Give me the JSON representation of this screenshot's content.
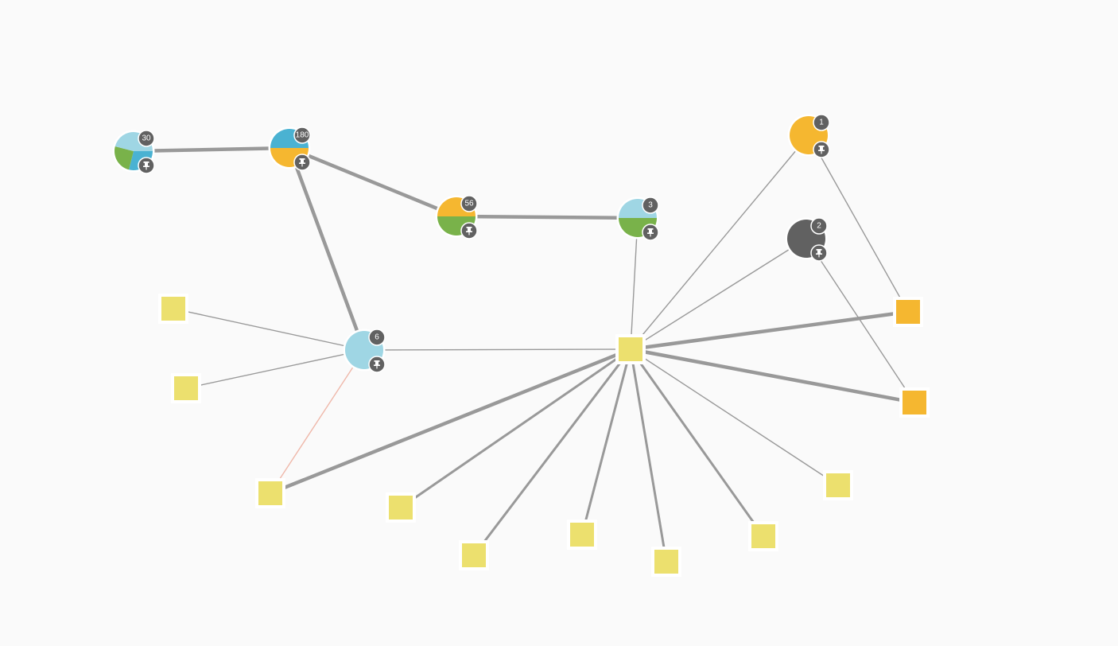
{
  "colors": {
    "background": "#fafafa",
    "edge": "#999999",
    "edge_highlight": "#efb8aa",
    "badge": "#616161",
    "node_outline": "#ffffff",
    "light_blue": "#9fd6e4",
    "blue": "#4ab2d2",
    "green": "#79b24a",
    "orange": "#f5b730",
    "gray": "#616161",
    "yellow_square": "#ece06e",
    "orange_square": "#f5b730"
  },
  "icons": {
    "pin": "pin-icon"
  },
  "circle_nodes": [
    {
      "id": "n30",
      "count": "30",
      "pinned": true,
      "slices": [
        {
          "color": "blue",
          "value": 0.29
        },
        {
          "color": "green",
          "value": 0.25
        },
        {
          "color": "light_blue",
          "value": 0.46
        }
      ]
    },
    {
      "id": "n180",
      "count": "180",
      "pinned": true,
      "slices": [
        {
          "color": "orange",
          "value": 0.5
        },
        {
          "color": "blue",
          "value": 0.5
        }
      ]
    },
    {
      "id": "n56",
      "count": "56",
      "pinned": true,
      "slices": [
        {
          "color": "green",
          "value": 0.5
        },
        {
          "color": "orange",
          "value": 0.5
        }
      ]
    },
    {
      "id": "n3",
      "count": "3",
      "pinned": true,
      "slices": [
        {
          "color": "green",
          "value": 0.5
        },
        {
          "color": "light_blue",
          "value": 0.5
        }
      ]
    },
    {
      "id": "n6",
      "count": "6",
      "pinned": true,
      "slices": [
        {
          "color": "light_blue",
          "value": 1
        }
      ]
    },
    {
      "id": "n1",
      "count": "1",
      "pinned": true,
      "slices": [
        {
          "color": "orange",
          "value": 1
        }
      ]
    },
    {
      "id": "n2",
      "count": "2",
      "pinned": true,
      "slices": [
        {
          "color": "gray",
          "value": 1
        }
      ]
    }
  ],
  "square_nodes": [
    {
      "id": "hub",
      "color": "yellow_square"
    },
    {
      "id": "sqA",
      "color": "yellow_square"
    },
    {
      "id": "sqB",
      "color": "yellow_square"
    },
    {
      "id": "sqC",
      "color": "yellow_square"
    },
    {
      "id": "sqD",
      "color": "yellow_square"
    },
    {
      "id": "sqE",
      "color": "yellow_square"
    },
    {
      "id": "sqF",
      "color": "yellow_square"
    },
    {
      "id": "sqG",
      "color": "yellow_square"
    },
    {
      "id": "sqH",
      "color": "yellow_square"
    },
    {
      "id": "sqI",
      "color": "yellow_square"
    },
    {
      "id": "sqJ",
      "color": "orange_square"
    },
    {
      "id": "sqK",
      "color": "orange_square"
    }
  ],
  "edges": [
    {
      "from": "n30",
      "to": "n180",
      "weight": 3
    },
    {
      "from": "n180",
      "to": "n56",
      "weight": 3
    },
    {
      "from": "n180",
      "to": "n6",
      "weight": 3
    },
    {
      "from": "n56",
      "to": "n3",
      "weight": 3
    },
    {
      "from": "n3",
      "to": "hub",
      "weight": 1
    },
    {
      "from": "n6",
      "to": "hub",
      "weight": 1
    },
    {
      "from": "n6",
      "to": "sqA",
      "weight": 1
    },
    {
      "from": "n6",
      "to": "sqB",
      "weight": 1
    },
    {
      "from": "n6",
      "to": "sqC",
      "weight": 1,
      "highlight": true
    },
    {
      "from": "hub",
      "to": "sqC",
      "weight": 3
    },
    {
      "from": "hub",
      "to": "sqD",
      "weight": 2
    },
    {
      "from": "hub",
      "to": "sqE",
      "weight": 2
    },
    {
      "from": "hub",
      "to": "sqF",
      "weight": 2
    },
    {
      "from": "hub",
      "to": "sqG",
      "weight": 2
    },
    {
      "from": "hub",
      "to": "sqH",
      "weight": 2
    },
    {
      "from": "hub",
      "to": "sqI",
      "weight": 1
    },
    {
      "from": "hub",
      "to": "sqJ",
      "weight": 3
    },
    {
      "from": "hub",
      "to": "sqK",
      "weight": 3
    },
    {
      "from": "hub",
      "to": "n1",
      "weight": 1
    },
    {
      "from": "hub",
      "to": "n2",
      "weight": 1
    },
    {
      "from": "n1",
      "to": "sqJ",
      "weight": 1
    },
    {
      "from": "n2",
      "to": "sqK",
      "weight": 1
    }
  ]
}
